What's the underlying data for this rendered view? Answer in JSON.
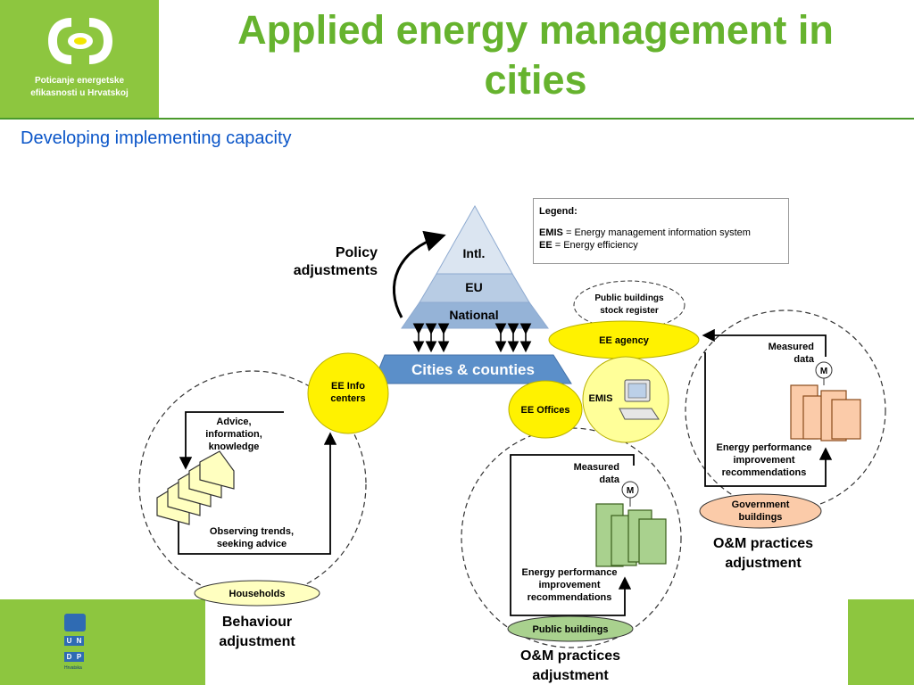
{
  "header": {
    "title": "Applied energy management in cities",
    "logo_text_line1": "Poticanje energetske",
    "logo_text_line2": "efikasnosti u Hrvatskoj",
    "subtitle": "Developing implementing capacity"
  },
  "footer": {
    "undp_letters": [
      "U",
      "N",
      "D",
      "P"
    ],
    "undp_sub": "Hrvatska"
  },
  "legend": {
    "title": "Legend:",
    "emis_abbr": "EMIS",
    "emis_text": " = Energy management information system",
    "ee_abbr": "EE",
    "ee_text": " = Energy efficiency"
  },
  "pyramid": {
    "levels": [
      "Intl.",
      "EU",
      "National"
    ],
    "policy_line1": "Policy",
    "policy_line2": "adjustments",
    "base": "Cities & counties"
  },
  "nodes": {
    "ee_info_line1": "EE Info",
    "ee_info_line2": "centers",
    "ee_offices": "EE Offices",
    "ee_agency": "EE agency",
    "emis": "EMIS",
    "register_line1": "Public buildings",
    "register_line2": "stock register"
  },
  "households": {
    "advice_line1": "Advice,",
    "advice_line2": "information,",
    "advice_line3": "knowledge",
    "observe_line1": "Observing trends,",
    "observe_line2": "seeking advice",
    "badge": "Households",
    "caption_line1": "Behaviour",
    "caption_line2": "adjustment"
  },
  "public": {
    "measured_line1": "Measured",
    "measured_line2": "data",
    "meter": "M",
    "rec_line1": "Energy performance",
    "rec_line2": "improvement",
    "rec_line3": "recommendations",
    "badge": "Public buildings",
    "caption_line1": "O&M practices",
    "caption_line2": "adjustment"
  },
  "government": {
    "measured_line1": "Measured",
    "measured_line2": "data",
    "meter": "M",
    "rec_line1": "Energy performance",
    "rec_line2": "improvement",
    "rec_line3": "recommendations",
    "badge_line1": "Government",
    "badge_line2": "buildings",
    "caption_line1": "O&M practices",
    "caption_line2": "adjustment"
  },
  "colors": {
    "green": "#8dc63f",
    "title_green": "#66b32e",
    "subtitle_blue": "#0a55c8",
    "pyramid_light": "#dbe5f1",
    "pyramid_mid": "#b8cce4",
    "pyramid_dark": "#95b3d7",
    "base_blue": "#5b8fc9",
    "yellow": "#fff200",
    "house_fill": "#ffffc0",
    "public_fill": "#a9d18e",
    "gov_fill": "#fbcba9"
  }
}
